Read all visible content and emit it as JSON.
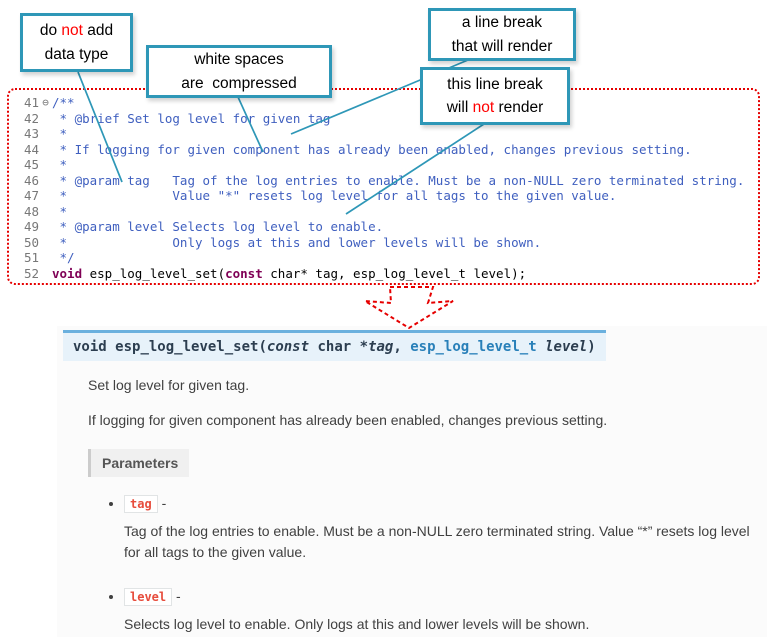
{
  "colors": {
    "callout_border": "#2e97b7",
    "connector": "#2e97b7",
    "highlight_red": "#ff0000",
    "code_box_border": "#e60000",
    "arrow": "#e60000",
    "code_keyword": "#7f0055",
    "code_comment": "#3f5fbf",
    "line_number": "#787878",
    "signature_bg": "#e7f2fa",
    "signature_border": "#6ab0de",
    "literal_red": "#e74c3c",
    "doc_text": "#404040"
  },
  "callouts": {
    "c1": {
      "a": "do ",
      "b": "not",
      "c": " add",
      "d": "data type"
    },
    "c2": {
      "a": "white spaces",
      "b": "are  compressed"
    },
    "c3": {
      "a": "a line break",
      "b": "that will render"
    },
    "c4": {
      "a": "this line break",
      "b": "will ",
      "c": "not",
      "d": " render"
    }
  },
  "code": {
    "fold_marker": "⊖",
    "lines": [
      {
        "no": "41",
        "text": "/**"
      },
      {
        "no": "42",
        "text": " * @brief Set log level for given tag"
      },
      {
        "no": "43",
        "text": " *"
      },
      {
        "no": "44",
        "text": " * If logging for given component has already been enabled, changes previous setting."
      },
      {
        "no": "45",
        "text": " *"
      },
      {
        "no": "46",
        "text": " * @param tag   Tag of the log entries to enable. Must be a non-NULL zero terminated string."
      },
      {
        "no": "47",
        "text": " *              Value \"*\" resets log level for all tags to the given value."
      },
      {
        "no": "48",
        "text": " *"
      },
      {
        "no": "49",
        "text": " * @param level Selects log level to enable."
      },
      {
        "no": "50",
        "text": " *              Only logs at this and lower levels will be shown."
      },
      {
        "no": "51",
        "text": " */"
      },
      {
        "no": "52",
        "text": ""
      }
    ],
    "decl": {
      "kw1": "void",
      "mid": " esp_log_level_set(",
      "kw2": "const",
      "rest": " char* tag, esp_log_level_t level);"
    }
  },
  "doc": {
    "signature": {
      "ret": "void",
      "sp1": " ",
      "name": "esp_log_level_set",
      "open": "(",
      "kw_const": "const",
      "type1": " char *",
      "param1": "tag",
      "comma": ", ",
      "type2": "esp_log_level_t",
      "sp2": " ",
      "param2": "level",
      "close": ")"
    },
    "p1": "Set log level for given tag.",
    "p2": "If logging for given component has already been enabled, changes previous setting.",
    "params_label": "Parameters",
    "params": [
      {
        "name": "tag",
        "dash": " -",
        "desc": "Tag of the log entries to enable. Must be a non-NULL zero terminated string. Value “*” resets log level for all tags to the given value."
      },
      {
        "name": "level",
        "dash": " -",
        "desc": "Selects log level to enable. Only logs at this and lower levels will be shown."
      }
    ]
  }
}
